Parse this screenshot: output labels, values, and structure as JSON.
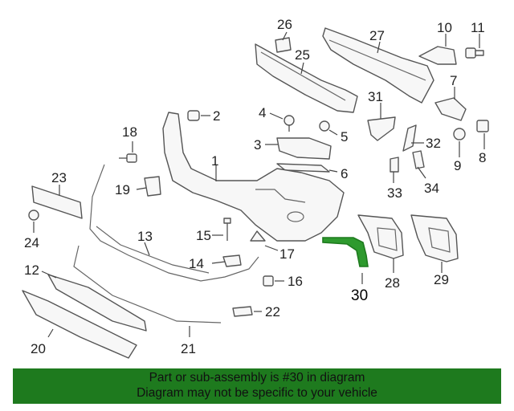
{
  "highlight_color": "#1e7a1e",
  "labels": {
    "p1": "1",
    "p2": "2",
    "p3": "3",
    "p4": "4",
    "p5": "5",
    "p6": "6",
    "p7": "7",
    "p8": "8",
    "p9": "9",
    "p10": "10",
    "p11": "11",
    "p12": "12",
    "p13": "13",
    "p14": "14",
    "p15": "15",
    "p16": "16",
    "p17": "17",
    "p18": "18",
    "p19": "19",
    "p20": "20",
    "p21": "21",
    "p22": "22",
    "p23": "23",
    "p24": "24",
    "p25": "25",
    "p26": "26",
    "p27": "27",
    "p28": "28",
    "p29": "29",
    "p30": "30",
    "p31": "31",
    "p32": "32",
    "p33": "33",
    "p34": "34"
  },
  "banner": {
    "line1": "Part or sub-assembly is #30 in diagram",
    "line2": "Diagram may not be specific to your vehicle"
  }
}
